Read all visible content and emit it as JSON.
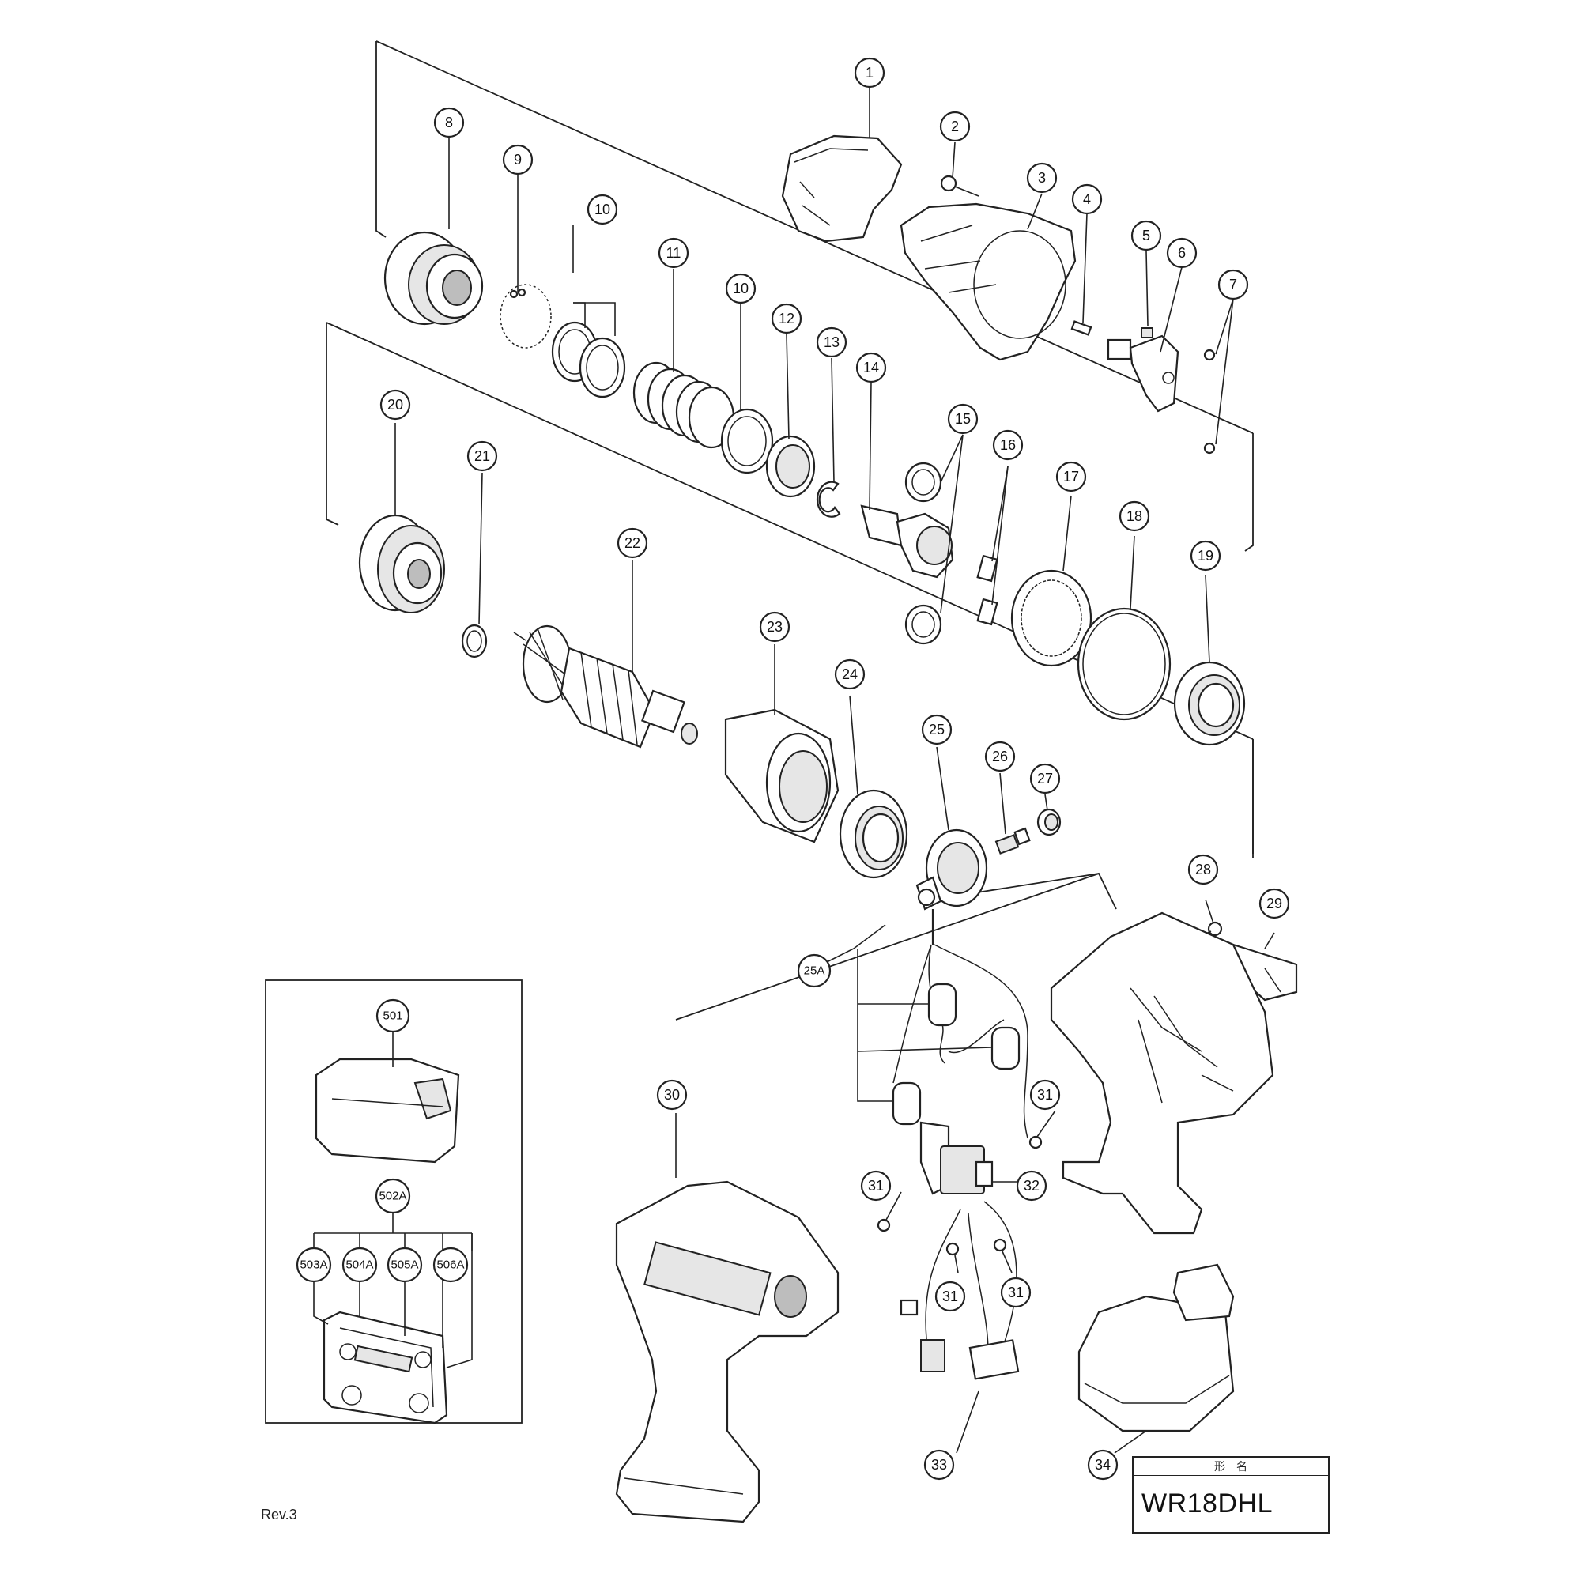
{
  "drawing": {
    "model": "WR18DHL",
    "title_header": "形　名",
    "revision": "Rev.3"
  },
  "callouts": [
    {
      "id": "c1",
      "label": "1"
    },
    {
      "id": "c2",
      "label": "2"
    },
    {
      "id": "c3",
      "label": "3"
    },
    {
      "id": "c4",
      "label": "4"
    },
    {
      "id": "c5",
      "label": "5"
    },
    {
      "id": "c6",
      "label": "6"
    },
    {
      "id": "c7",
      "label": "7"
    },
    {
      "id": "c8",
      "label": "8"
    },
    {
      "id": "c9",
      "label": "9"
    },
    {
      "id": "c10a",
      "label": "10"
    },
    {
      "id": "c10b",
      "label": "10"
    },
    {
      "id": "c11",
      "label": "11"
    },
    {
      "id": "c12",
      "label": "12"
    },
    {
      "id": "c13",
      "label": "13"
    },
    {
      "id": "c14",
      "label": "14"
    },
    {
      "id": "c15",
      "label": "15"
    },
    {
      "id": "c16",
      "label": "16"
    },
    {
      "id": "c17",
      "label": "17"
    },
    {
      "id": "c18",
      "label": "18"
    },
    {
      "id": "c19",
      "label": "19"
    },
    {
      "id": "c20",
      "label": "20"
    },
    {
      "id": "c21",
      "label": "21"
    },
    {
      "id": "c22",
      "label": "22"
    },
    {
      "id": "c23",
      "label": "23"
    },
    {
      "id": "c24",
      "label": "24"
    },
    {
      "id": "c25",
      "label": "25"
    },
    {
      "id": "c25a",
      "label": "25A"
    },
    {
      "id": "c26",
      "label": "26"
    },
    {
      "id": "c27",
      "label": "27"
    },
    {
      "id": "c28",
      "label": "28"
    },
    {
      "id": "c29",
      "label": "29"
    },
    {
      "id": "c30",
      "label": "30"
    },
    {
      "id": "c31a",
      "label": "31"
    },
    {
      "id": "c31b",
      "label": "31"
    },
    {
      "id": "c31c",
      "label": "31"
    },
    {
      "id": "c31d",
      "label": "31"
    },
    {
      "id": "c32",
      "label": "32"
    },
    {
      "id": "c33",
      "label": "33"
    },
    {
      "id": "c34",
      "label": "34"
    },
    {
      "id": "c501",
      "label": "501"
    },
    {
      "id": "c502a",
      "label": "502A"
    },
    {
      "id": "c503a",
      "label": "503A"
    },
    {
      "id": "c504a",
      "label": "504A"
    },
    {
      "id": "c505a",
      "label": "505A"
    },
    {
      "id": "c506a",
      "label": "506A"
    }
  ]
}
